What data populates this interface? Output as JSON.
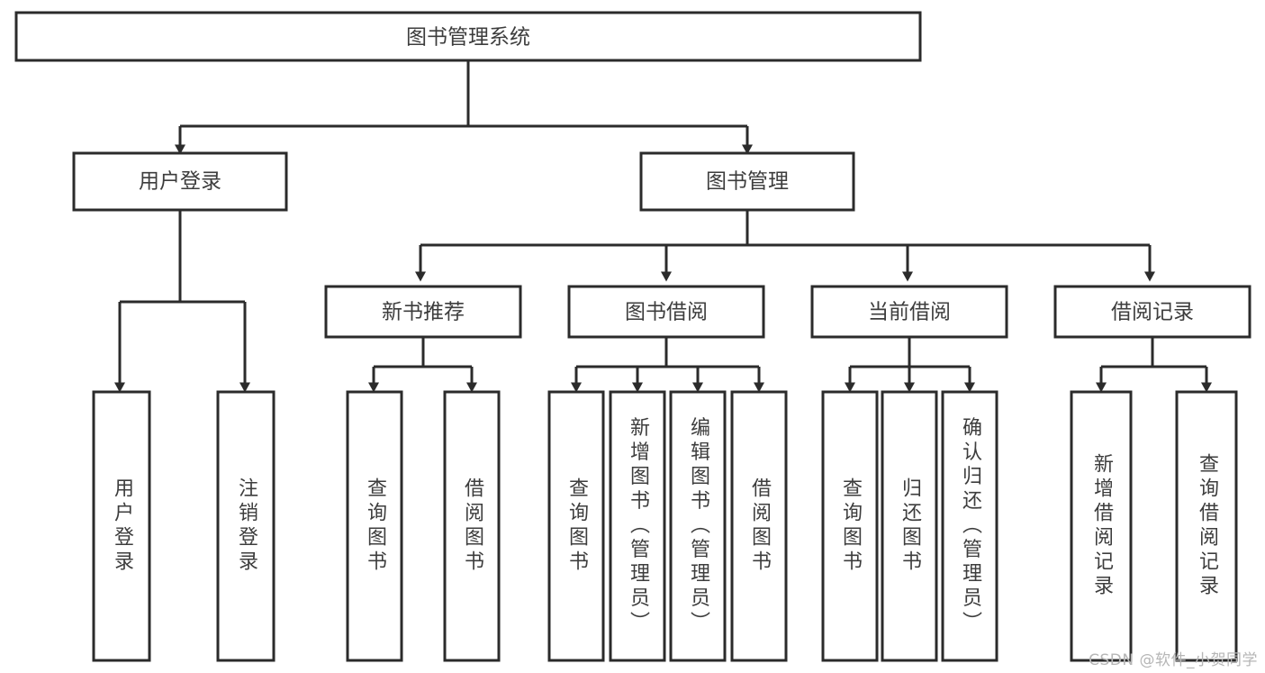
{
  "diagram": {
    "title": "图书管理系统",
    "watermark": "CSDN @软件_小贺同学",
    "arrow_head": "filled-triangle-down",
    "colors": {
      "stroke": "#2b2b2b",
      "fill": "#ffffff",
      "text": "#3d3d3d",
      "watermark": "#b6b6b6",
      "background": "#ffffff"
    },
    "root": {
      "label": "图书管理系统"
    },
    "level2": [
      {
        "label": "用户登录"
      },
      {
        "label": "图书管理"
      }
    ],
    "level3": [
      {
        "label": "新书推荐"
      },
      {
        "label": "图书借阅"
      },
      {
        "label": "当前借阅"
      },
      {
        "label": "借阅记录"
      }
    ],
    "leaves": {
      "user_login": [
        {
          "label": "用户登录"
        },
        {
          "label": "注销登录"
        }
      ],
      "new_book_recommend": [
        {
          "label": "查询图书"
        },
        {
          "label": "借阅图书"
        }
      ],
      "book_borrow": [
        {
          "label": "查询图书"
        },
        {
          "label": "新增图书（管理员）"
        },
        {
          "label": "编辑图书（管理员）"
        },
        {
          "label": "借阅图书"
        }
      ],
      "current_borrow": [
        {
          "label": "查询图书"
        },
        {
          "label": "归还图书"
        },
        {
          "label": "确认归还（管理员）"
        }
      ],
      "borrow_records": [
        {
          "label": "新增借阅记录"
        },
        {
          "label": "查询借阅记录"
        }
      ]
    }
  }
}
